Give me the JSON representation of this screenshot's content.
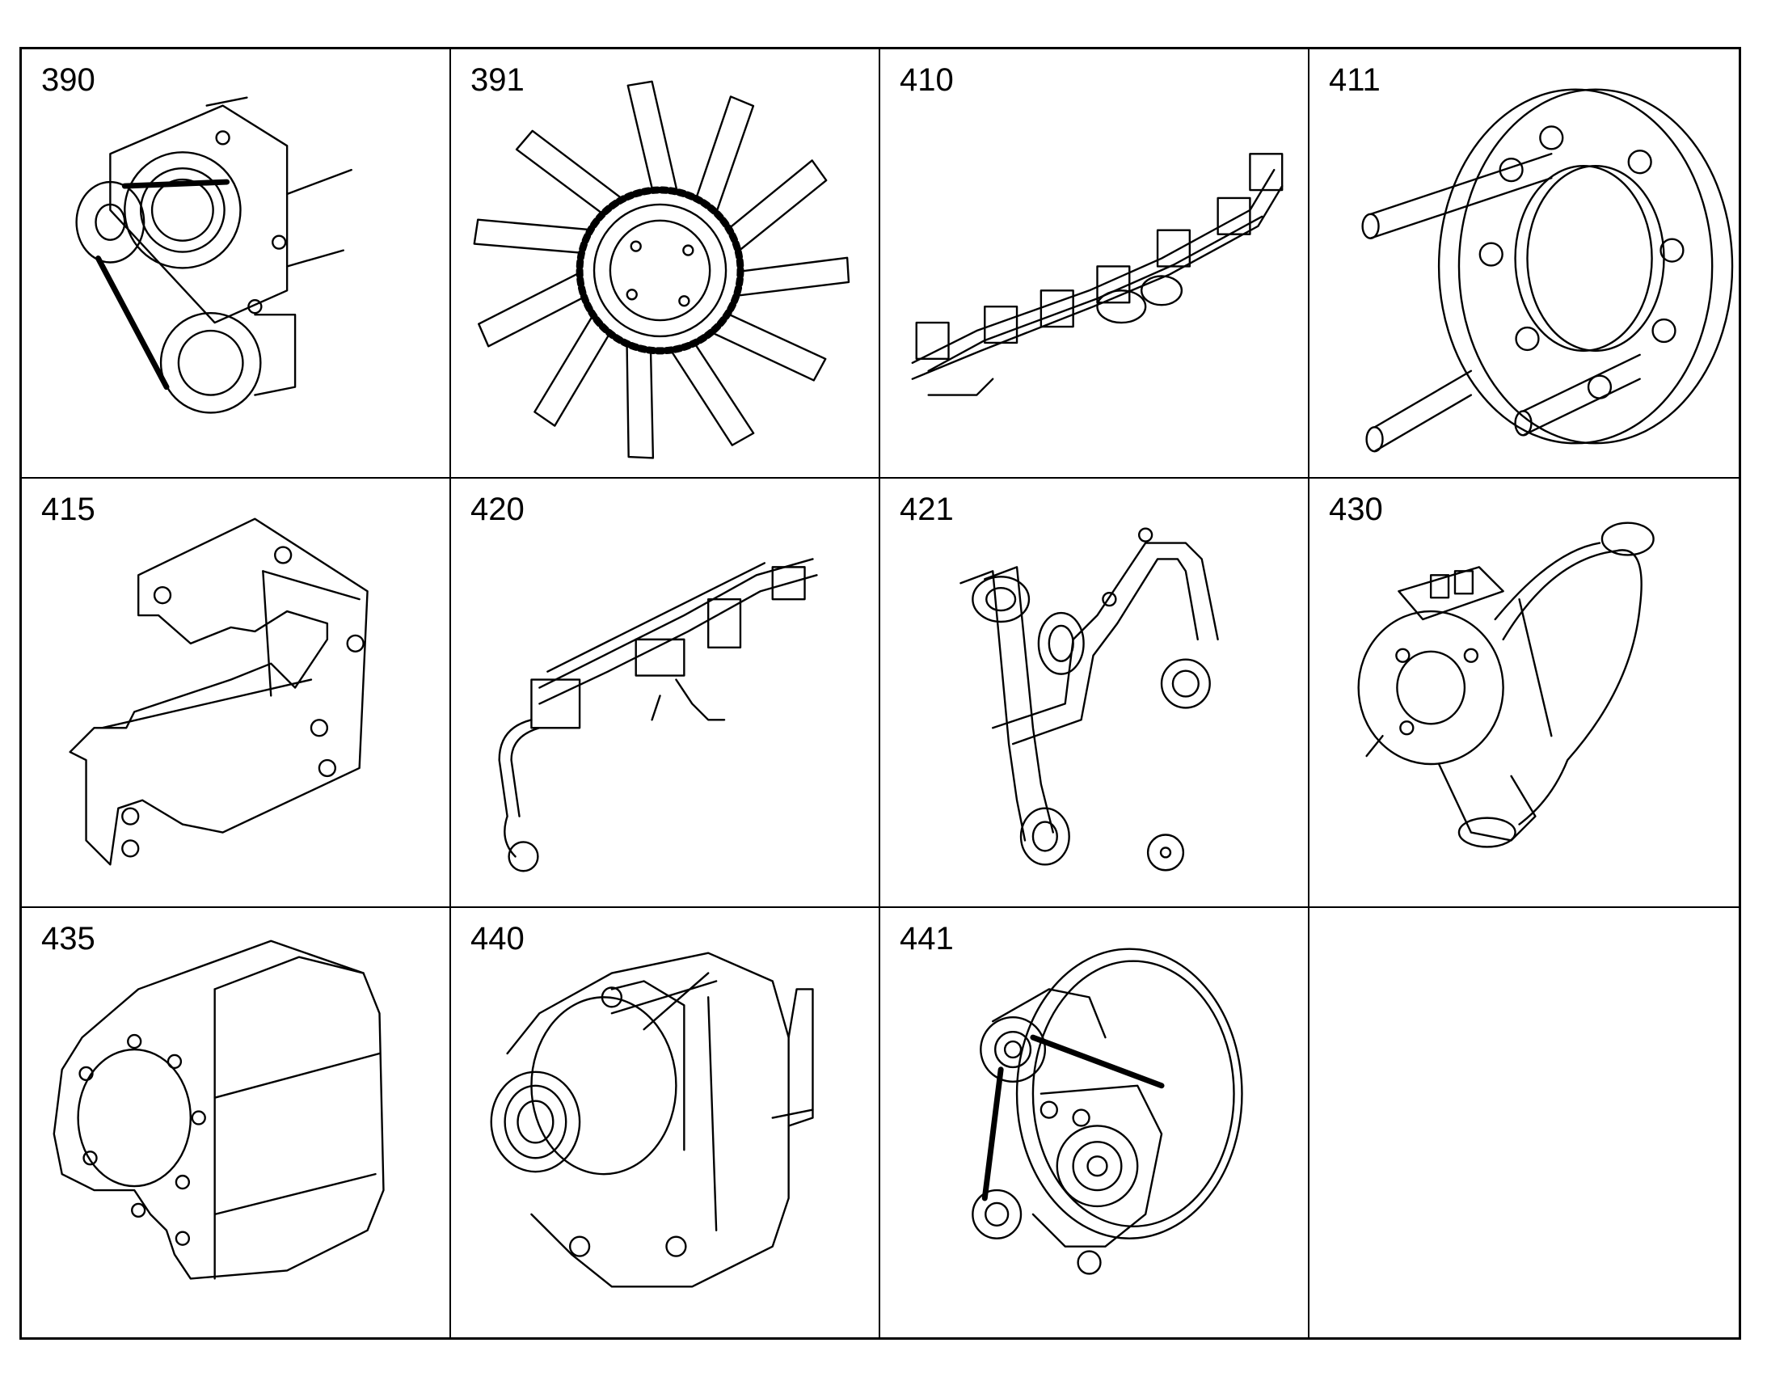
{
  "cells": [
    {
      "number": "390",
      "icon": "belt-drive-pulley-assembly"
    },
    {
      "number": "391",
      "icon": "cooling-fan"
    },
    {
      "number": "410",
      "icon": "exhaust-manifold"
    },
    {
      "number": "411",
      "icon": "flange-adapter-with-studs"
    },
    {
      "number": "415",
      "icon": "heat-shield-bracket"
    },
    {
      "number": "420",
      "icon": "fuel-rail-harness"
    },
    {
      "number": "421",
      "icon": "coolant-pipe"
    },
    {
      "number": "430",
      "icon": "turbocharger"
    },
    {
      "number": "435",
      "icon": "flywheel-housing-spacer"
    },
    {
      "number": "440",
      "icon": "alternator"
    },
    {
      "number": "441",
      "icon": "belt-tensioner-assembly"
    },
    {
      "number": "",
      "icon": ""
    }
  ]
}
